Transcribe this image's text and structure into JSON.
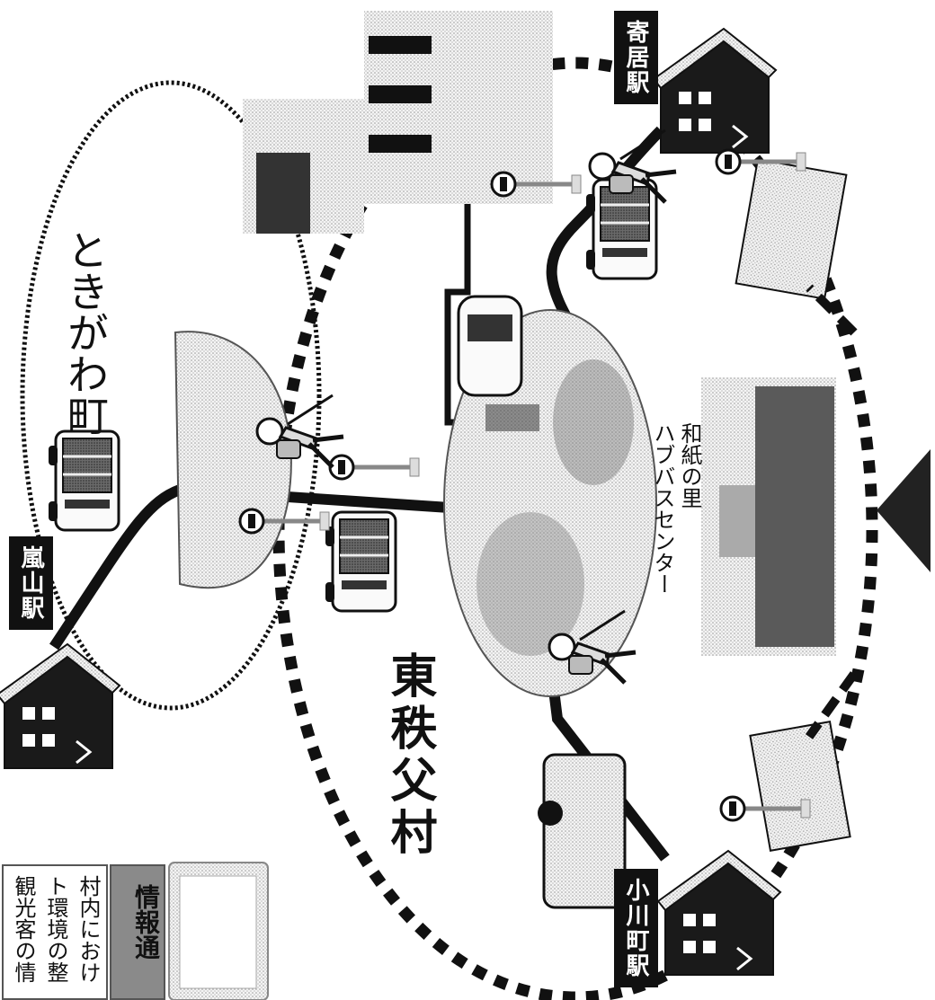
{
  "map": {
    "town_name": "ときがわ町",
    "village_name": "東秩父村",
    "hub_name": "和紙の里\nハブバスセンター",
    "hub_line1": "和紙の里",
    "hub_line2": "ハブバスセンター"
  },
  "stations": {
    "yorii": "寄居駅",
    "arashiyama": "嵐山駅",
    "ogawamachi": "小川町駅"
  },
  "info_panel": {
    "title": "情報通",
    "line1": "村内におけ",
    "line2": "ト環境の整",
    "line3": "観光客の情"
  },
  "colors": {
    "route": "#111111",
    "boundary": "#111111",
    "hub_fill": "#e6e6e6",
    "info_title_bg": "#8a8a8a"
  },
  "icons": [
    "bus-icon",
    "station-building-icon",
    "bus-stop-icon",
    "hiker-icon",
    "car-icon",
    "cattle-icon",
    "arrow-icon",
    "train-icon",
    "photo-landscape",
    "tablet-icon"
  ]
}
